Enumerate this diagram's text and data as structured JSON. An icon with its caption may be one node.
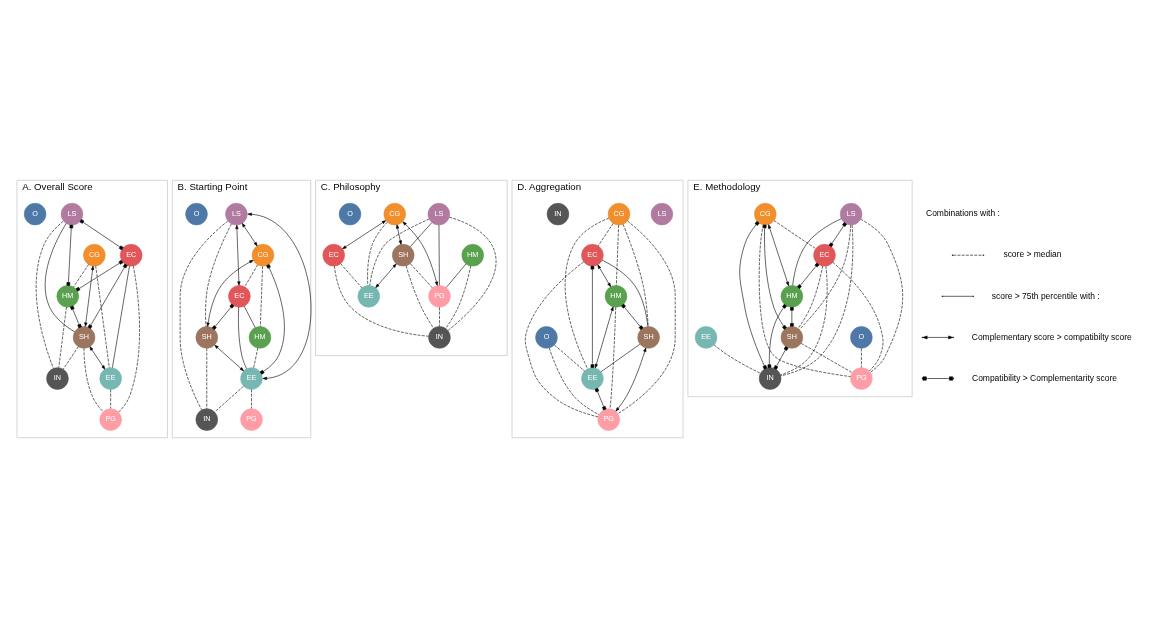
{
  "diagram": {
    "nodes": [
      {
        "text": [
          "A. Overall Score"
        ]
      },
      {
        "text": [
          "LS"
        ],
        "in": 0
      },
      {
        "text": [
          "CG"
        ],
        "in": 0
      },
      {
        "text": [
          "O"
        ],
        "in": 0
      },
      {
        "text": [
          "EC"
        ],
        "in": 0
      },
      {
        "text": [
          "HM"
        ],
        "in": 0
      },
      {
        "text": [
          "SH"
        ],
        "in": 0
      },
      {
        "text": [
          "EE"
        ],
        "in": 0
      },
      {
        "text": [
          "IN"
        ],
        "in": 0
      },
      {
        "text": [
          "PG"
        ],
        "in": 0
      },
      {
        "text": [
          "B. Starting Point"
        ]
      },
      {
        "text": [
          "LS"
        ],
        "in": 10
      },
      {
        "text": [
          "CG"
        ],
        "in": 10
      },
      {
        "text": [
          "O"
        ],
        "in": 10
      },
      {
        "text": [
          "EC"
        ],
        "in": 10
      },
      {
        "text": [
          "HM"
        ],
        "in": 10
      },
      {
        "text": [
          "SH"
        ],
        "in": 10
      },
      {
        "text": [
          "EE"
        ],
        "in": 10
      },
      {
        "text": [
          "IN"
        ],
        "in": 10
      },
      {
        "text": [
          "PG"
        ],
        "in": 10
      },
      {
        "text": [
          "C. Philosophy"
        ]
      },
      {
        "text": [
          "LS"
        ],
        "in": 20
      },
      {
        "text": [
          "CG"
        ],
        "in": 20
      },
      {
        "text": [
          "O"
        ],
        "in": 20
      },
      {
        "text": [
          "EC"
        ],
        "in": 20
      },
      {
        "text": [
          "HM"
        ],
        "in": 20
      },
      {
        "text": [
          "SH"
        ],
        "in": 20
      },
      {
        "text": [
          "EE"
        ],
        "in": 20
      },
      {
        "text": [
          "IN"
        ],
        "in": 20
      },
      {
        "text": [
          "PG"
        ],
        "in": 20
      },
      {
        "text": [
          "D. Aggregation"
        ]
      },
      {
        "text": [
          "LS"
        ],
        "in": 30
      },
      {
        "text": [
          "CG"
        ],
        "in": 30
      },
      {
        "text": [
          "O"
        ],
        "in": 30
      },
      {
        "text": [
          "EC"
        ],
        "in": 30
      },
      {
        "text": [
          "HM"
        ],
        "in": 30
      },
      {
        "text": [
          "SH"
        ],
        "in": 30
      },
      {
        "text": [
          "EE"
        ],
        "in": 30
      },
      {
        "text": [
          "IN"
        ],
        "in": 30
      },
      {
        "text": [
          "PG"
        ],
        "in": 30
      },
      {
        "text": [
          "E. Methodology"
        ]
      },
      {
        "text": [
          "LS"
        ],
        "in": 40
      },
      {
        "text": [
          "CG"
        ],
        "in": 40
      },
      {
        "text": [
          "O"
        ],
        "in": 40
      },
      {
        "text": [
          "EC"
        ],
        "in": 40
      },
      {
        "text": [
          "HM"
        ],
        "in": 40
      },
      {
        "text": [
          "SH"
        ],
        "in": 40
      },
      {
        "text": [
          "EE"
        ],
        "in": 40
      },
      {
        "text": [
          "IN"
        ],
        "in": 40
      },
      {
        "text": [
          "PG"
        ],
        "in": 40
      }
    ],
    "edges": [
      {
        "from": 1,
        "to": 4,
        "arrow": "other"
      },
      {
        "from": 1,
        "to": 6,
        "arrow": "none"
      },
      {
        "from": 1,
        "to": 5,
        "arrow": "other"
      },
      {
        "from": 1,
        "to": 8,
        "arrow": "none",
        "style": "dashed"
      },
      {
        "from": 2,
        "to": 5,
        "arrow": "none",
        "style": "dashed"
      },
      {
        "from": 2,
        "to": 6,
        "arrow": "both"
      },
      {
        "from": 2,
        "to": 7,
        "arrow": "none",
        "style": "dashed"
      },
      {
        "from": 4,
        "to": 5,
        "arrow": "other"
      },
      {
        "from": 4,
        "to": 6,
        "arrow": "other"
      },
      {
        "from": 4,
        "to": 7,
        "arrow": "none"
      },
      {
        "from": 4,
        "to": 9,
        "arrow": "none",
        "style": "dashed"
      },
      {
        "from": 5,
        "to": 6,
        "arrow": "other"
      },
      {
        "from": 5,
        "to": 8,
        "arrow": "none",
        "style": "dashed"
      },
      {
        "from": 6,
        "to": 7,
        "arrow": "both"
      },
      {
        "from": 6,
        "to": 8,
        "arrow": "none",
        "style": "dashed"
      },
      {
        "from": 6,
        "to": 9,
        "arrow": "none",
        "style": "dashed"
      },
      {
        "from": 7,
        "to": 9,
        "arrow": "none",
        "style": "dashed"
      },
      {
        "from": 11,
        "to": 12,
        "arrow": "both"
      },
      {
        "from": 11,
        "to": 14,
        "arrow": "both"
      },
      {
        "from": 11,
        "to": 17,
        "arrow": "both"
      },
      {
        "from": 11,
        "to": 16,
        "arrow": "none",
        "style": "dashed"
      },
      {
        "from": 11,
        "to": 18,
        "arrow": "none",
        "style": "dashed"
      },
      {
        "from": 12,
        "to": 17,
        "arrow": "other"
      },
      {
        "from": 12,
        "to": 14,
        "arrow": "none",
        "style": "dashed"
      },
      {
        "from": 12,
        "to": 16,
        "arrow": "both"
      },
      {
        "from": 12,
        "to": 15,
        "arrow": "none",
        "style": "dashed"
      },
      {
        "from": 14,
        "to": 15,
        "arrow": "none"
      },
      {
        "from": 14,
        "to": 16,
        "arrow": "other"
      },
      {
        "from": 14,
        "to": 17,
        "arrow": "none"
      },
      {
        "from": 15,
        "to": 17,
        "arrow": "none",
        "style": "dashed"
      },
      {
        "from": 16,
        "to": 17,
        "arrow": "both"
      },
      {
        "from": 16,
        "to": 18,
        "arrow": "none",
        "style": "dashed"
      },
      {
        "from": 17,
        "to": 18,
        "arrow": "none",
        "style": "dashed"
      },
      {
        "from": 17,
        "to": 19,
        "arrow": "none",
        "style": "dashed"
      },
      {
        "from": 21,
        "to": 26,
        "arrow": "none"
      },
      {
        "from": 21,
        "to": 29,
        "arrow": "none"
      },
      {
        "from": 21,
        "to": 27,
        "arrow": "none",
        "style": "dashed"
      },
      {
        "from": 21,
        "to": 28,
        "arrow": "none",
        "style": "dashed"
      },
      {
        "from": 22,
        "to": 24,
        "arrow": "both"
      },
      {
        "from": 22,
        "to": 26,
        "arrow": "both"
      },
      {
        "from": 22,
        "to": 29,
        "arrow": "both"
      },
      {
        "from": 22,
        "to": 27,
        "arrow": "none",
        "style": "dashed"
      },
      {
        "from": 24,
        "to": 27,
        "arrow": "none",
        "style": "dashed"
      },
      {
        "from": 24,
        "to": 28,
        "arrow": "none",
        "style": "dashed"
      },
      {
        "from": 25,
        "to": 29,
        "arrow": "none"
      },
      {
        "from": 25,
        "to": 28,
        "arrow": "none",
        "style": "dashed"
      },
      {
        "from": 26,
        "to": 27,
        "arrow": "both"
      },
      {
        "from": 26,
        "to": 28,
        "arrow": "none",
        "style": "dashed"
      },
      {
        "from": 26,
        "to": 29,
        "arrow": "none",
        "style": "dashed"
      },
      {
        "from": 29,
        "to": 28,
        "arrow": "none",
        "style": "dashed"
      },
      {
        "from": 32,
        "to": 37,
        "arrow": "none",
        "style": "dashed"
      },
      {
        "from": 32,
        "to": 34,
        "arrow": "none",
        "style": "dashed"
      },
      {
        "from": 32,
        "to": 36,
        "arrow": "none",
        "style": "dashed"
      },
      {
        "from": 32,
        "to": 39,
        "arrow": "none",
        "style": "dashed"
      },
      {
        "from": 32,
        "to": 35,
        "arrow": "none",
        "style": "dashed"
      },
      {
        "from": 33,
        "to": 37,
        "arrow": "none",
        "style": "dashed"
      },
      {
        "from": 33,
        "to": 39,
        "arrow": "none",
        "style": "dashed"
      },
      {
        "from": 34,
        "to": 35,
        "arrow": "both"
      },
      {
        "from": 34,
        "to": 37,
        "arrow": "other"
      },
      {
        "from": 34,
        "to": 36,
        "arrow": "none"
      },
      {
        "from": 34,
        "to": 39,
        "arrow": "none",
        "style": "dashed"
      },
      {
        "from": 35,
        "to": 37,
        "arrow": "both"
      },
      {
        "from": 35,
        "to": 36,
        "arrow": "other"
      },
      {
        "from": 35,
        "to": 39,
        "arrow": "none",
        "style": "dashed"
      },
      {
        "from": 36,
        "to": 37,
        "arrow": "none"
      },
      {
        "from": 36,
        "to": 39,
        "arrow": "both"
      },
      {
        "from": 37,
        "to": 39,
        "arrow": "other"
      },
      {
        "from": 41,
        "to": 44,
        "arrow": "other"
      },
      {
        "from": 41,
        "to": 45,
        "arrow": "none"
      },
      {
        "from": 41,
        "to": 46,
        "arrow": "none",
        "style": "dashed"
      },
      {
        "from": 41,
        "to": 49,
        "arrow": "none",
        "style": "dashed"
      },
      {
        "from": 41,
        "to": 48,
        "arrow": "none",
        "style": "dashed"
      },
      {
        "from": 42,
        "to": 45,
        "arrow": "both"
      },
      {
        "from": 42,
        "to": 46,
        "arrow": "other"
      },
      {
        "from": 42,
        "to": 48,
        "arrow": "other"
      },
      {
        "from": 42,
        "to": 44,
        "arrow": "none",
        "style": "dashed"
      },
      {
        "from": 42,
        "to": 49,
        "arrow": "none",
        "style": "dashed"
      },
      {
        "from": 43,
        "to": 49,
        "arrow": "none",
        "style": "dashed"
      },
      {
        "from": 44,
        "to": 45,
        "arrow": "other"
      },
      {
        "from": 44,
        "to": 46,
        "arrow": "none",
        "style": "dashed"
      },
      {
        "from": 44,
        "to": 48,
        "arrow": "none",
        "style": "dashed"
      },
      {
        "from": 44,
        "to": 49,
        "arrow": "none",
        "style": "dashed"
      },
      {
        "from": 45,
        "to": 46,
        "arrow": "other"
      },
      {
        "from": 45,
        "to": 48,
        "arrow": "other"
      },
      {
        "from": 46,
        "to": 48,
        "arrow": "other"
      },
      {
        "from": 47,
        "to": 48,
        "arrow": "none",
        "style": "dashed"
      },
      {
        "from": 46,
        "to": 49,
        "arrow": "none",
        "style": "dashed"
      }
    ],
    "labels": [
      "Combinations with :"
    ],
    "legend": [
      {
        "text": "score > median"
      },
      {
        "text": "score > 75th percentile with :"
      },
      {
        "text": "Complementary score > compatibilty score"
      },
      {
        "text": "Compatibility > Complementarity score"
      }
    ]
  }
}
